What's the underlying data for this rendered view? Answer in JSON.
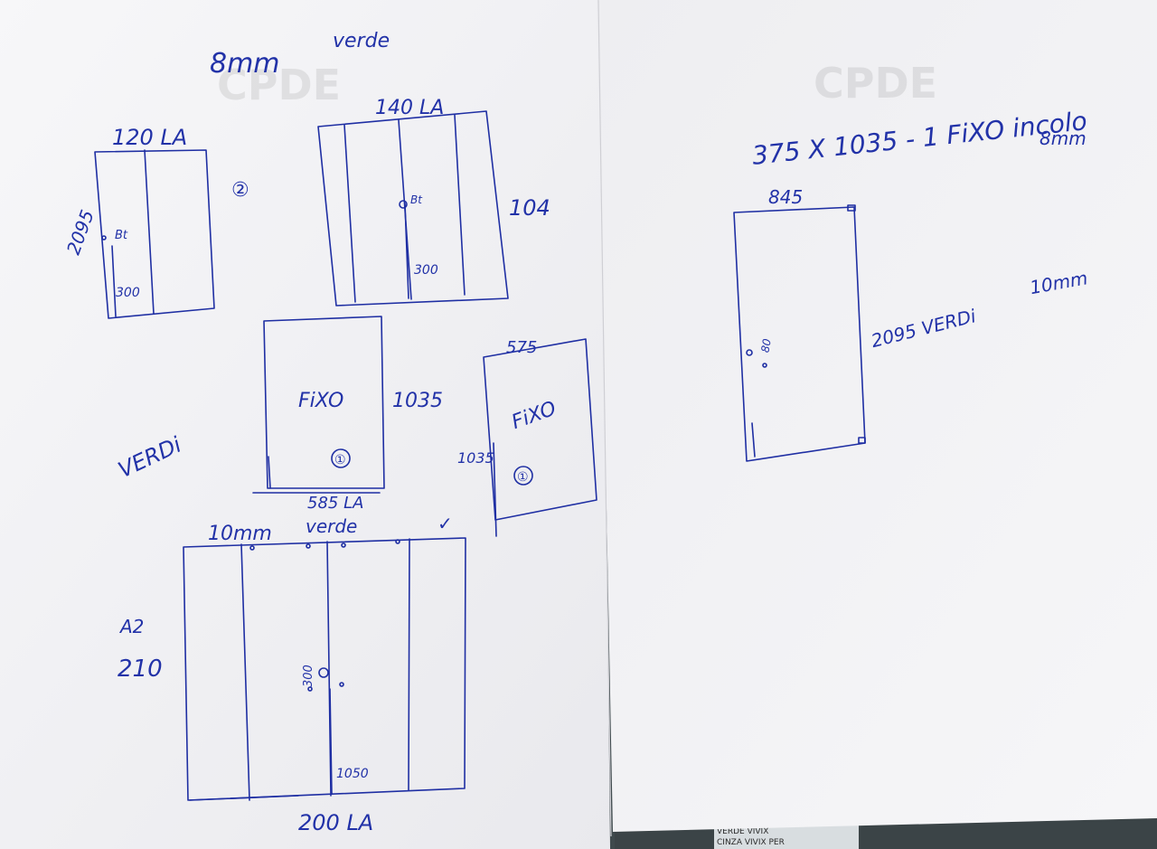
{
  "sheet_left": {
    "header": {
      "thickness": "8mm",
      "color": "verde"
    },
    "panel_a": {
      "width": "120 LA",
      "height": "2095",
      "handle": "Bt",
      "handle_height": "300",
      "marker": "②"
    },
    "panel_b": {
      "width": "140 LA",
      "height": "104",
      "handle": "Bt",
      "handle_height": "300"
    },
    "panel_c": {
      "label": "FiXO",
      "height": "1035",
      "width": "585 LA",
      "marker": "①"
    },
    "panel_d": {
      "width": "575",
      "label": "FiXO",
      "height": "1035",
      "marker": "①"
    },
    "side_note": "VERDi",
    "bottom_header": {
      "thickness": "10mm",
      "color": "verde",
      "check": "✓"
    },
    "panel_e": {
      "label_a": "A2",
      "label_b": "210",
      "handle_height": "300",
      "lower_height": "1050",
      "width": "200 LA"
    }
  },
  "sheet_right": {
    "header": "375 X 1035 - 1 FiXO incolo",
    "header_sub": "8mm",
    "panel_f": {
      "width": "845",
      "height_note": "2095 VERDi",
      "thickness": "10mm",
      "handle": "80"
    }
  },
  "colors": {
    "ink": "#1f2fa3",
    "paper": "#f4f4f6",
    "background": "#3f4a4d"
  }
}
